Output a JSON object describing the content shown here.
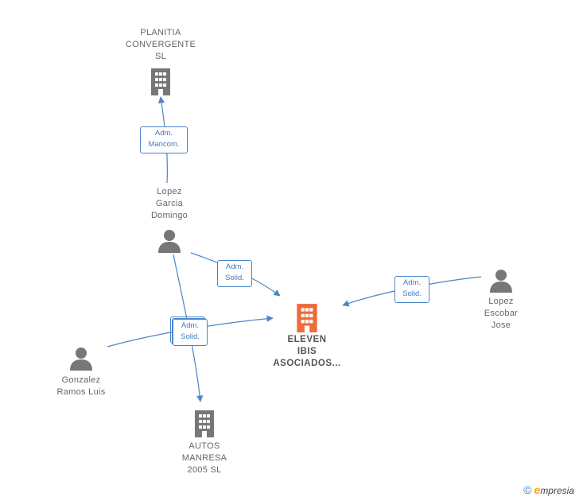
{
  "nodes": {
    "planitia": {
      "label": "PLANITIA\nCONVERGENTE\nSL",
      "icon": "building-icon",
      "color": "#777777"
    },
    "lopez_garcia": {
      "label": "Lopez\nGarcia\nDomingo",
      "icon": "person-icon",
      "color": "#777777"
    },
    "eleven": {
      "label": "ELEVEN\nIBIS\nASOCIADOS...",
      "icon": "building-icon",
      "color": "#f06a3a"
    },
    "lopez_escobar": {
      "label": "Lopez\nEscobar\nJose",
      "icon": "person-icon",
      "color": "#777777"
    },
    "gonzalez": {
      "label": "Gonzalez\nRamos Luis",
      "icon": "person-icon",
      "color": "#777777"
    },
    "autos": {
      "label": "AUTOS\nMANRESA\n2005 SL",
      "icon": "building-icon",
      "color": "#777777"
    }
  },
  "edges": {
    "adm_mancom": {
      "label": "Adm.\nMancom."
    },
    "adm_solid_1": {
      "label": "Adm.\nSolid."
    },
    "adm_solid_2": {
      "label": "Adm.\nSolid."
    },
    "adm_solid_3": {
      "label": "Adm.\nSolid."
    }
  },
  "footer": {
    "copyright": "©",
    "brand_initial": "e",
    "brand_rest": "mpresia"
  },
  "colors": {
    "edge": "#4a86c8",
    "node_gray": "#777777",
    "focus": "#f06a3a"
  }
}
